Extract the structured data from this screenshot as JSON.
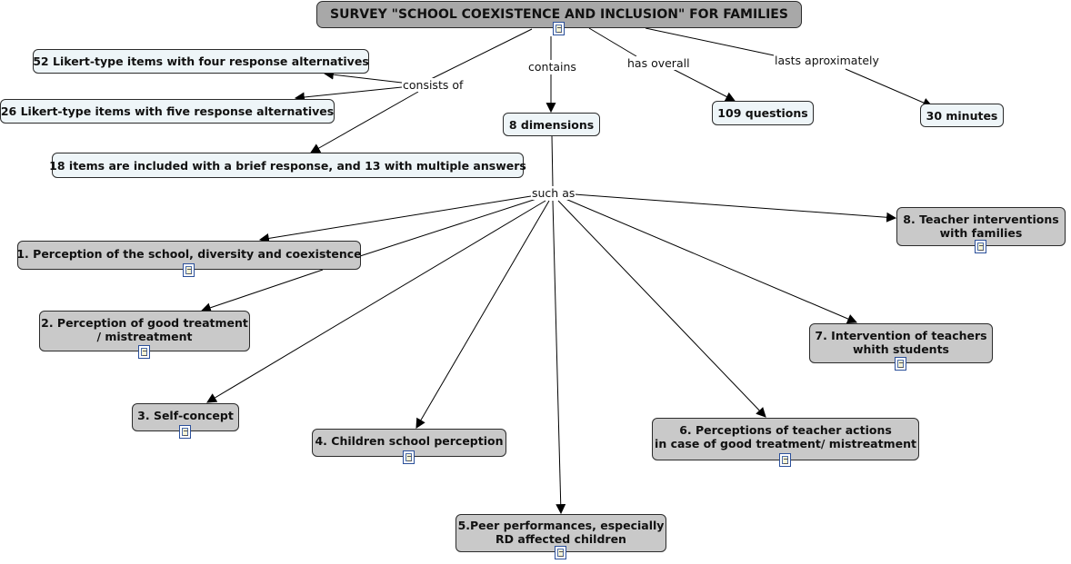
{
  "title": "SURVEY \"SCHOOL COEXISTENCE AND INCLUSION\" FOR FAMILIES",
  "link_labels": {
    "consists_of": "consists of",
    "contains": "contains",
    "has_overall": "has overall",
    "lasts": "lasts aproximately",
    "such_as": "such as"
  },
  "items": {
    "likert_four": "52 Likert-type items with four response alternatives",
    "likert_five": "26 Likert-type items with five response alternatives",
    "brief": "18 items are included with a brief response, and 13 with multiple answers"
  },
  "dimensions_node": "8 dimensions",
  "questions_node": "109 questions",
  "duration_node": "30 minutes",
  "dimensions": {
    "d1": "1. Perception of the school, diversity and coexistence",
    "d2_line1": "2. Perception of good treatment",
    "d2_line2": "/ mistreatment",
    "d3": "3. Self-concept",
    "d4": "4. Children school perception",
    "d5_line1": "5.Peer performances, especially",
    "d5_line2": "RD affected children",
    "d6_line1": "6. Perceptions of teacher actions",
    "d6_line2": "in case of good treatment/ mistreatment",
    "d7_line1": "7. Intervention of teachers",
    "d7_line2": "whith students",
    "d8_line1": "8. Teacher interventions",
    "d8_line2": "with families"
  },
  "icons": {
    "resource": "document-icon"
  },
  "colors": {
    "title_fill": "#a8a8a8",
    "item_fill": "#eef5f8",
    "dimension_fill": "#c9c9c9",
    "line": "#000000"
  }
}
